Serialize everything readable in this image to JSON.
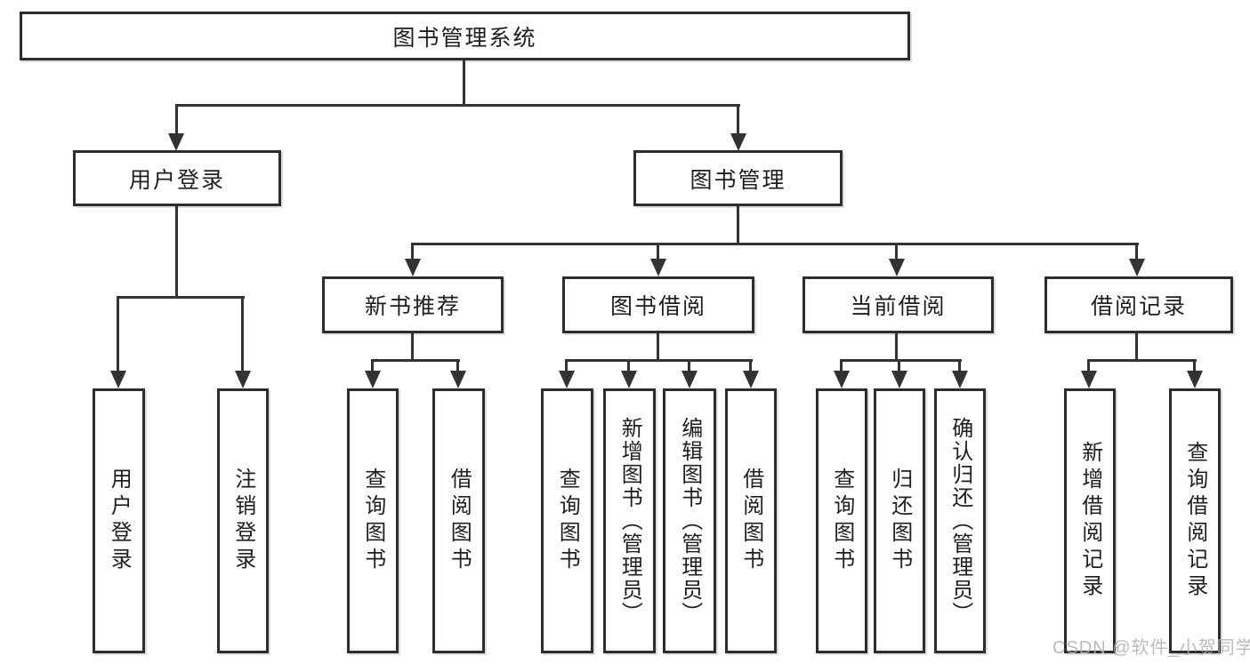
{
  "diagram": {
    "root": {
      "label": "图书管理系统",
      "children": [
        {
          "label": "用户登录",
          "children": [
            {
              "label": "用户登录"
            },
            {
              "label": "注销登录"
            }
          ]
        },
        {
          "label": "图书管理",
          "children": [
            {
              "label": "新书推荐",
              "children": [
                {
                  "label": "查询图书"
                },
                {
                  "label": "借阅图书"
                }
              ]
            },
            {
              "label": "图书借阅",
              "children": [
                {
                  "label": "查询图书"
                },
                {
                  "label": "新增图书（管理员）"
                },
                {
                  "label": "编辑图书（管理员）"
                },
                {
                  "label": "借阅图书"
                }
              ]
            },
            {
              "label": "当前借阅",
              "children": [
                {
                  "label": "查询图书"
                },
                {
                  "label": "归还图书"
                },
                {
                  "label": "确认归还（管理员）"
                }
              ]
            },
            {
              "label": "借阅记录",
              "children": [
                {
                  "label": "新增借阅记录"
                },
                {
                  "label": "查询借阅记录"
                }
              ]
            }
          ]
        }
      ]
    }
  },
  "watermark": {
    "text": "CSDN @软件_小贺同学"
  },
  "colors": {
    "line": "#333333",
    "box_border": "#2d2d2d",
    "text": "#1f1f1f",
    "background": "#ffffff",
    "watermark": "#b0b0b0"
  }
}
